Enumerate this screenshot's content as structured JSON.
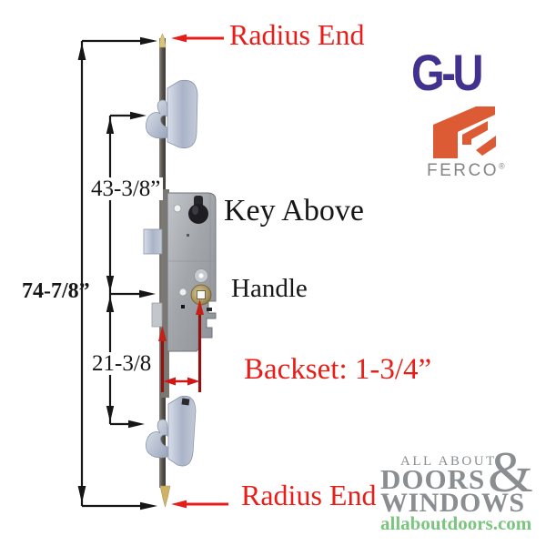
{
  "annotations": {
    "radius_end_top": "Radius End",
    "key_above": "Key Above",
    "handle": "Handle",
    "backset": "Backset: 1-3/4”",
    "radius_end_bottom": "Radius End"
  },
  "dimensions": {
    "overall_height": "74-7/8”",
    "key_to_top_hook": "43-3/8”",
    "handle_to_bottom_hook": "21-3/8"
  },
  "logos": {
    "gu": {
      "label": "G-U",
      "color": "#42318f"
    },
    "ferco": {
      "label": "FERCO",
      "registered_mark": "®",
      "color": "#dc5a34"
    },
    "all_about_doors": {
      "line1": "ALL ABOUT",
      "line2": "DOORS",
      "ampersand": "&",
      "line3": "WINDOWS",
      "website": "allaboutdoors.com",
      "gray": "#8a8e90",
      "green": "#7cc47f"
    }
  },
  "colors": {
    "annotation_red": "#e81d17",
    "dimension_black": "#161616",
    "brass_tip": "#d9c47e"
  }
}
